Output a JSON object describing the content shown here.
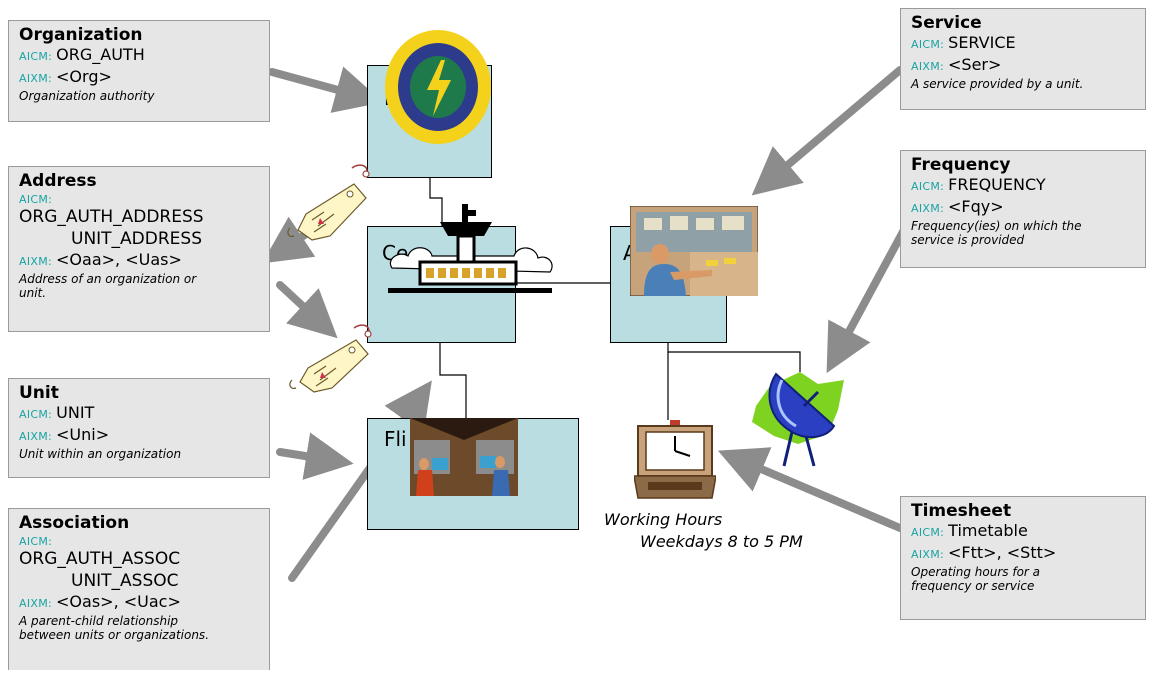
{
  "boxes": {
    "organization": {
      "title": "Organization",
      "aicm_tag": "AICM:",
      "aicm": "ORG_AUTH",
      "aixm_tag": "AIXM:",
      "aixm": "<Org>",
      "desc": "Organization authority"
    },
    "address": {
      "title": "Address",
      "aicm_tag": "AICM:",
      "aicm1": "ORG_AUTH_ADDRESS",
      "aicm2": "UNIT_ADDRESS",
      "aixm_tag": "AIXM:",
      "aixm": "<Oaa>, <Uas>",
      "desc1": "Address of an organization or",
      "desc2": "unit."
    },
    "unit": {
      "title": "Unit",
      "aicm_tag": "AICM:",
      "aicm": "UNIT",
      "aixm_tag": "AIXM:",
      "aixm": "<Uni>",
      "desc": "Unit within an organization"
    },
    "association": {
      "title": "Association",
      "aicm_tag": "AICM:",
      "aicm1": "ORG_AUTH_ASSOC",
      "aicm2": "UNIT_ASSOC",
      "aixm_tag": "AIXM:",
      "aixm": "<Oas>, <Uac>",
      "desc1": "A parent-child relationship",
      "desc2": "between units or organizations."
    },
    "service": {
      "title": "Service",
      "aicm_tag": "AICM:",
      "aicm": "SERVICE",
      "aixm_tag": "AIXM:",
      "aixm": "<Ser>",
      "desc": "A service provided by a unit."
    },
    "frequency": {
      "title": "Frequency",
      "aicm_tag": "AICM:",
      "aicm": "FREQUENCY",
      "aixm_tag": "AIXM:",
      "aixm": "<Fqy>",
      "desc1": "Frequency(ies) on which the",
      "desc2": "service is provided"
    },
    "timesheet": {
      "title": "Timesheet",
      "aicm_tag": "AICM:",
      "aicm": "Timetable",
      "aixm_tag": "AIXM:",
      "aixm": "<Ftt>, <Stt>",
      "desc1": "Operating hours for a",
      "desc2": "frequency or service"
    }
  },
  "nodes": {
    "faa": "F",
    "center": "Ce",
    "approach": "A",
    "flight": "Fli"
  },
  "working_hours": {
    "line1": "Working Hours",
    "line2": "Weekdays 8 to 5 PM"
  },
  "colors": {
    "node_fill": "#b9dde0",
    "box_fill": "#e6e6e6",
    "tag": "#1aa3a3",
    "arrow": "#8c8c8c"
  },
  "icons": [
    "faa-seal-icon",
    "address-tag-icon",
    "control-tower-icon",
    "atc-operator-icon",
    "flight-service-icon",
    "clock-icon",
    "satellite-dish-icon"
  ]
}
